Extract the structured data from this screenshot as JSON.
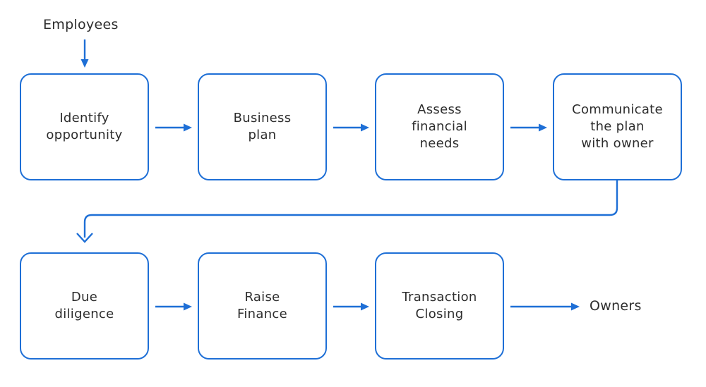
{
  "diagram": {
    "colors": {
      "line": "#1e6fd6",
      "text": "#2d2d2d",
      "background": "#ffffff"
    },
    "start_label": "Employees",
    "end_label": "Owners",
    "nodes": [
      {
        "id": "identify-opportunity",
        "label": "Identify\nopportunity"
      },
      {
        "id": "business-plan",
        "label": "Business\nplan"
      },
      {
        "id": "assess-financial-needs",
        "label": "Assess\nfinancial\nneeds"
      },
      {
        "id": "communicate-plan-owner",
        "label": "Communicate\nthe plan\nwith owner"
      },
      {
        "id": "due-diligence",
        "label": "Due\ndiligence"
      },
      {
        "id": "raise-finance",
        "label": "Raise\nFinance"
      },
      {
        "id": "transaction-closing",
        "label": "Transaction\nClosing"
      }
    ]
  }
}
